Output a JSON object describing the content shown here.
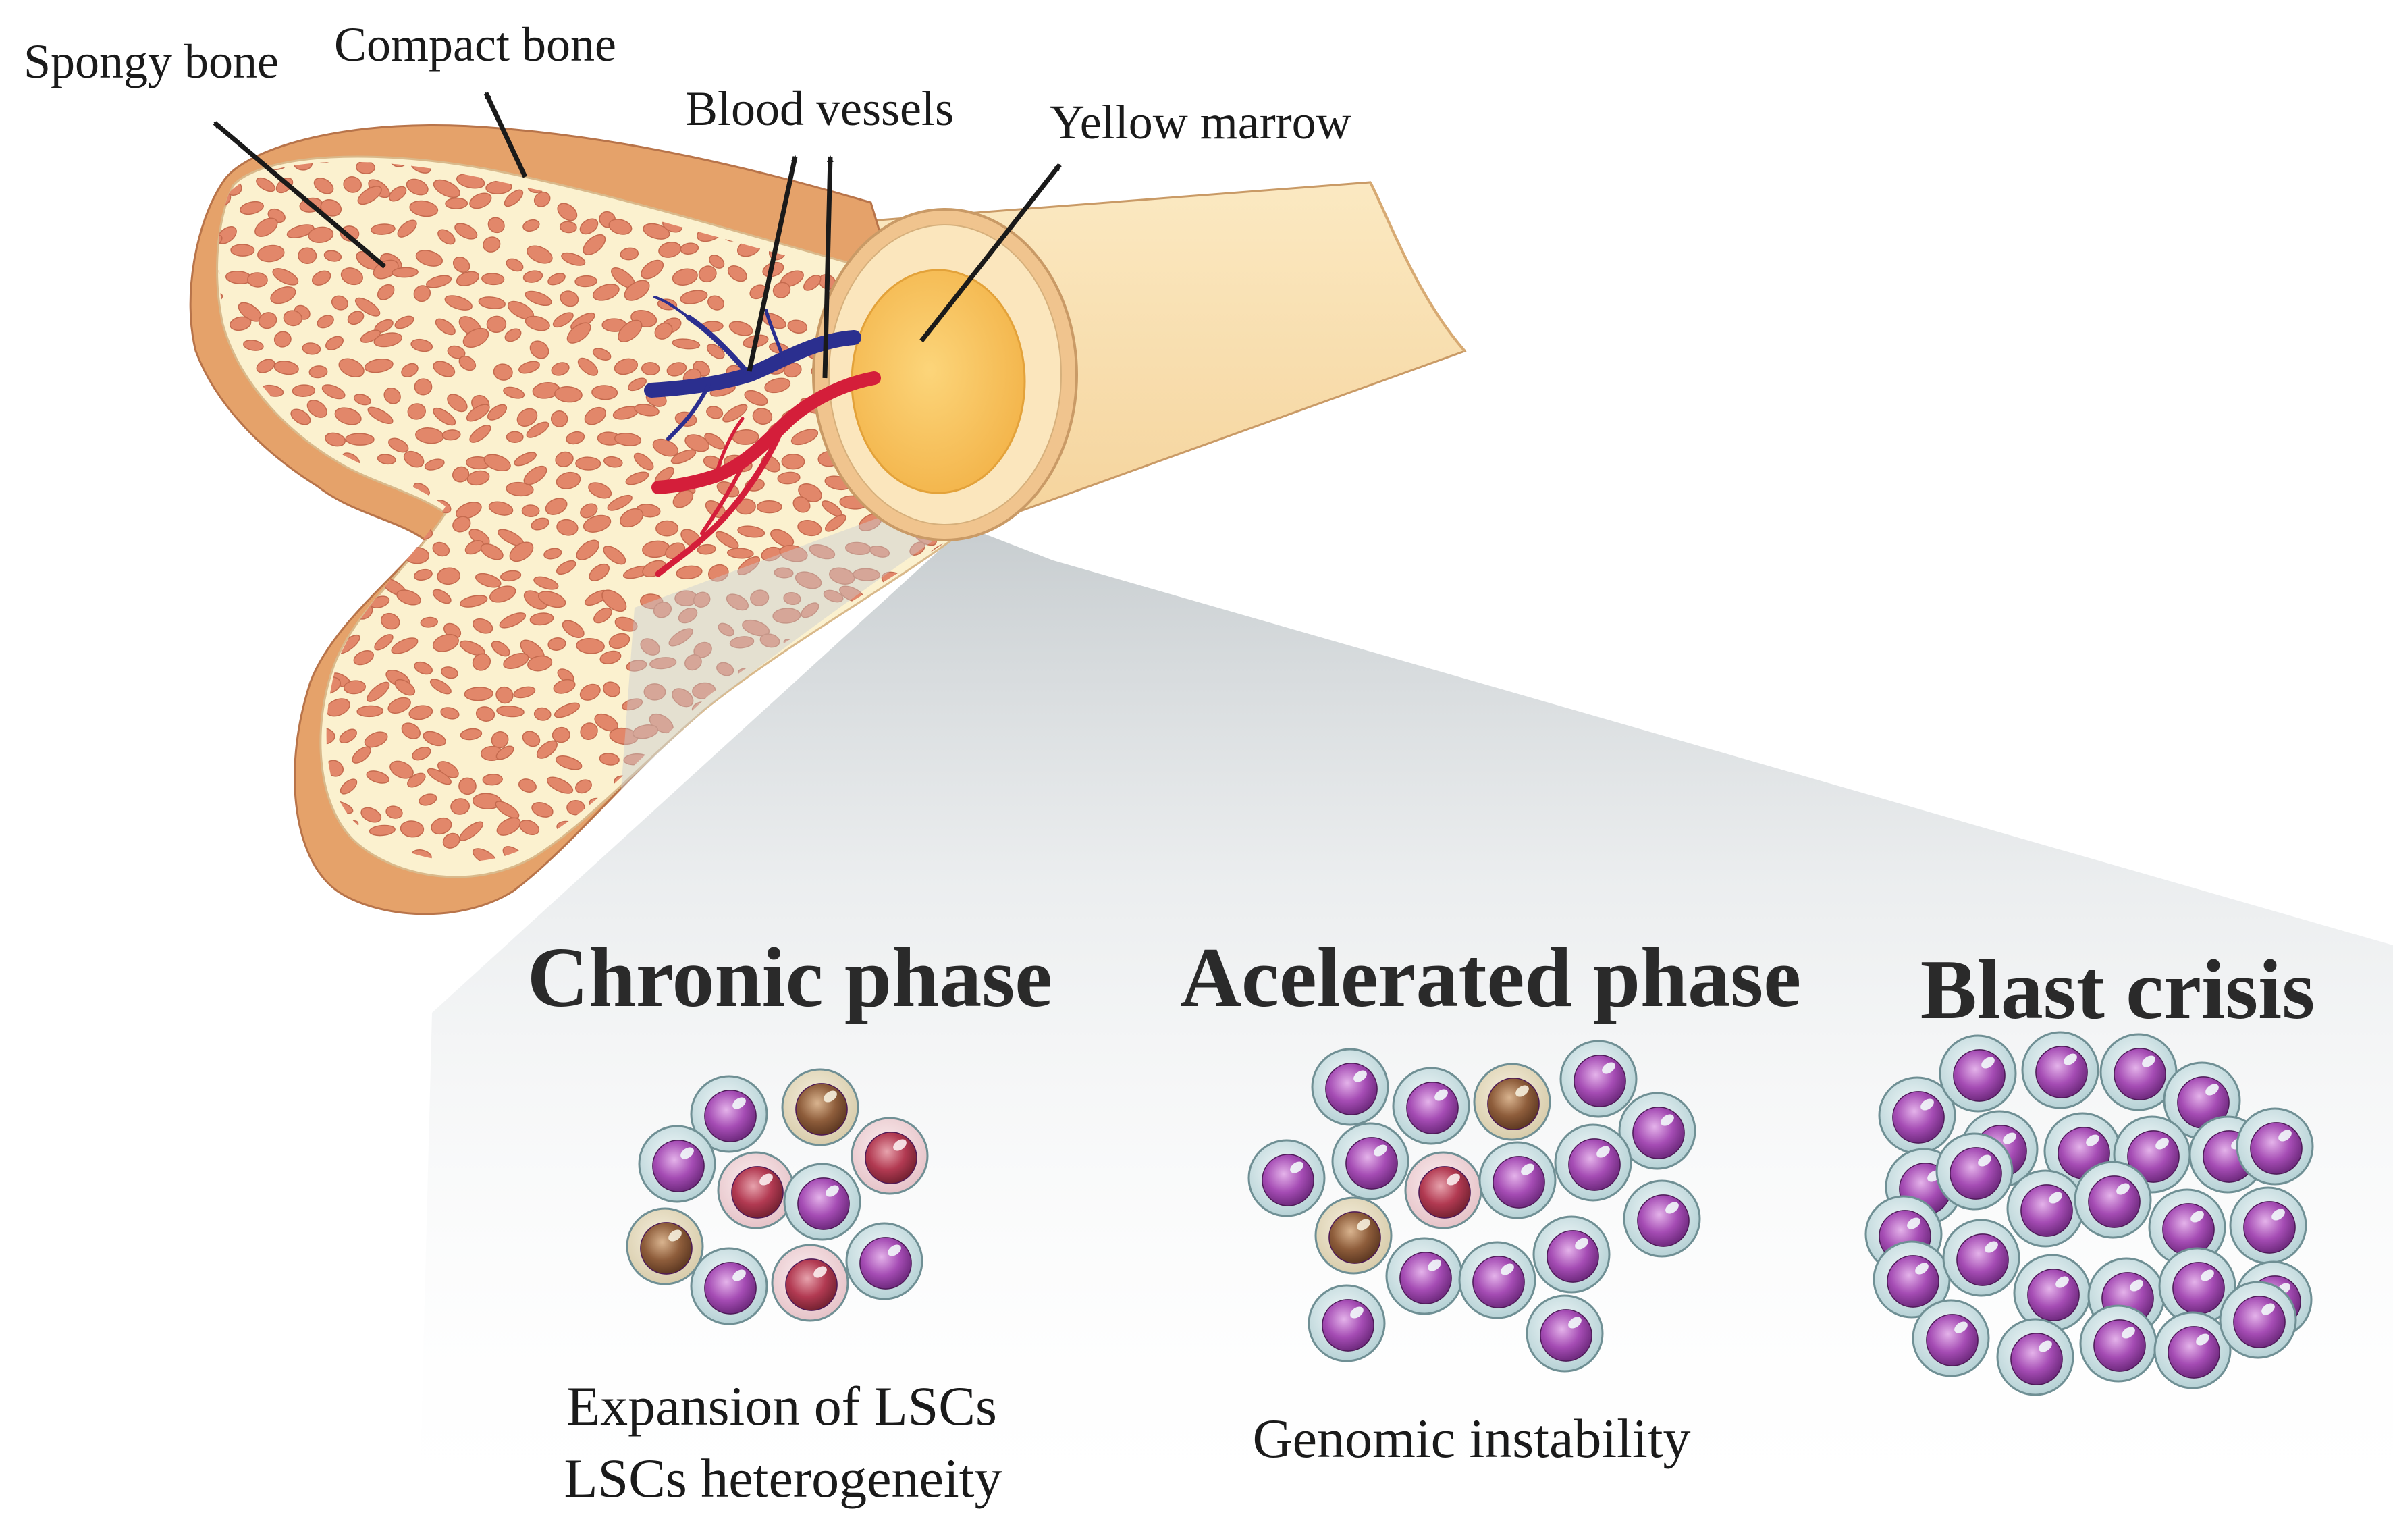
{
  "labels": {
    "spongy_bone": "Spongy bone",
    "compact_bone": "Compact bone",
    "blood_vessels": "Blood vessels",
    "yellow_marrow": "Yellow marrow"
  },
  "phases": [
    {
      "title": "Chronic phase",
      "captions": [
        "Expansion of LSCs",
        "LSCs heterogeneity"
      ]
    },
    {
      "title": "Acelerated phase",
      "captions": [
        "Genomic instability"
      ]
    },
    {
      "title": "Blast crisis",
      "captions": []
    }
  ],
  "colors": {
    "bone_outer": "#e8a66e",
    "bone_inner": "#fbf1cf",
    "trabecula": "#e2876a",
    "marrow": "#f9c45a",
    "vein": "#2b2f8f",
    "artery": "#d41e3a",
    "cell_membrane": "#cfe3e6",
    "nucleus_purple": "#a24ab0",
    "nucleus_red": "#b23950",
    "nucleus_brown": "#8d5c3a"
  }
}
